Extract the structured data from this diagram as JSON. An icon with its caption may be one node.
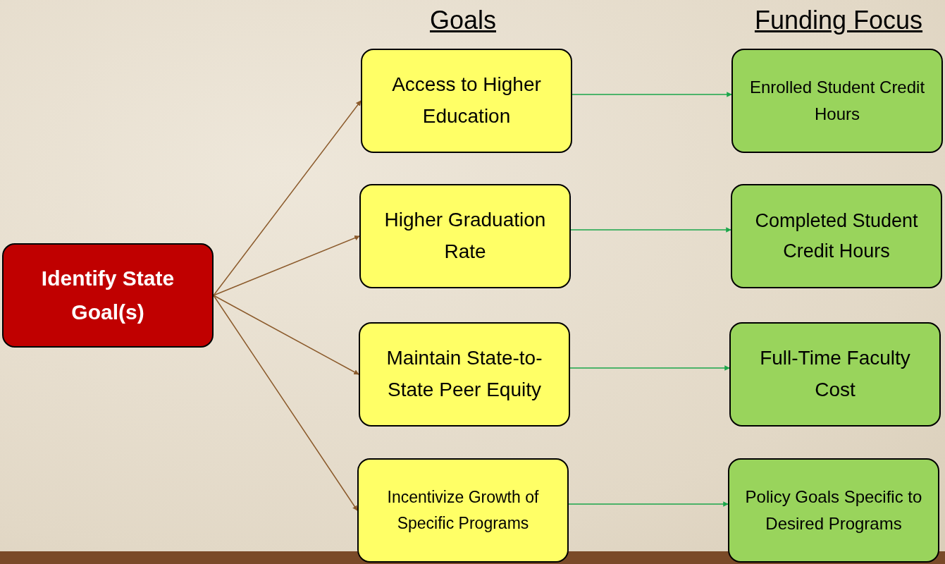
{
  "diagram": {
    "nodes": [
      {
        "text": [
          "Identify State Goal(s)"
        ]
      },
      {
        "text": [
          "Access to Higher Education"
        ]
      },
      {
        "text": [
          "Higher Graduation Rate"
        ]
      },
      {
        "text": [
          "Maintain State-to-State Peer Equity"
        ]
      },
      {
        "text": [
          "Incentivize Growth of Specific Programs"
        ]
      },
      {
        "text": [
          "Enrolled Student Credit Hours"
        ]
      },
      {
        "text": [
          "Completed Student Credit Hours"
        ]
      },
      {
        "text": [
          "Full-Time Faculty Cost"
        ]
      },
      {
        "text": [
          "Policy Goals Specific to Desired Programs"
        ]
      }
    ],
    "edges": [
      {
        "from": 0,
        "to": 1,
        "arrow": "to"
      },
      {
        "from": 0,
        "to": 2,
        "arrow": "to"
      },
      {
        "from": 0,
        "to": 3,
        "arrow": "to"
      },
      {
        "from": 0,
        "to": 4,
        "arrow": "to"
      },
      {
        "from": 1,
        "to": 5,
        "arrow": "to",
        "color": "#1aa64a"
      },
      {
        "from": 2,
        "to": 6,
        "arrow": "to",
        "color": "#1aa64a"
      },
      {
        "from": 3,
        "to": 7,
        "arrow": "to",
        "color": "#1aa64a"
      },
      {
        "from": 4,
        "to": 8,
        "arrow": "to",
        "color": "#1aa64a"
      }
    ],
    "labels": [
      "Goals",
      "Funding Focus"
    ]
  }
}
